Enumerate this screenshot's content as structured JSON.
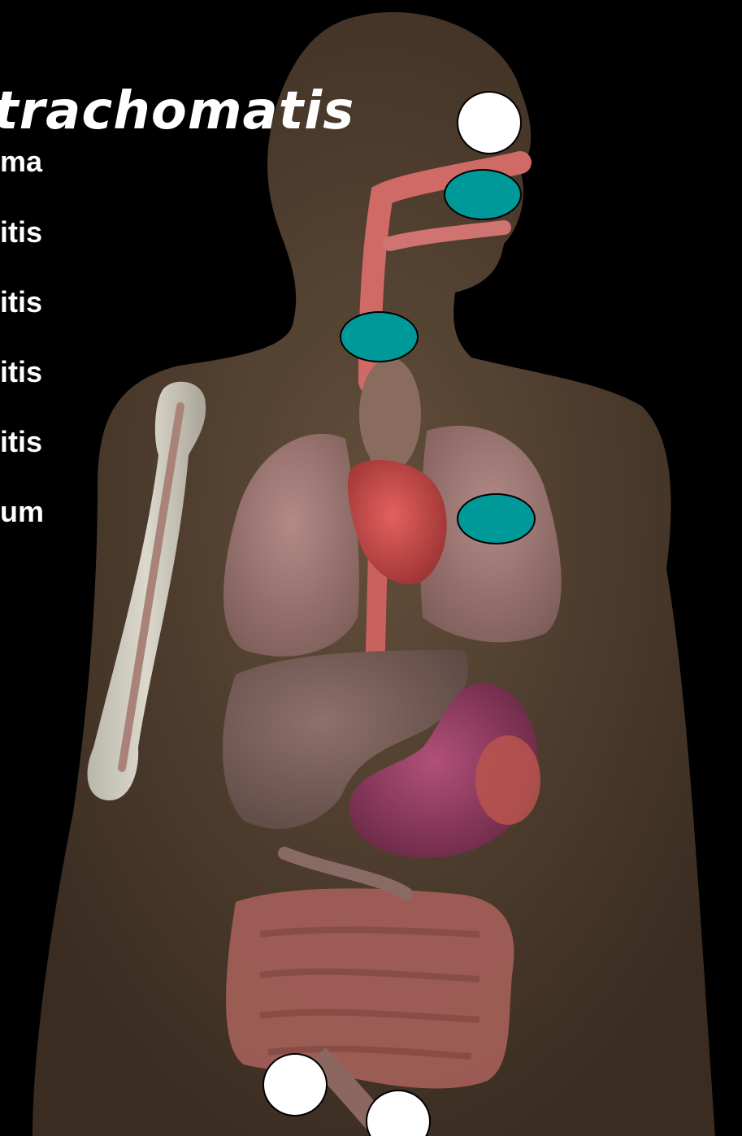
{
  "slide": {
    "title": "trachomatis",
    "items": [
      {
        "label": "ma"
      },
      {
        "label": "itis"
      },
      {
        "label": "itis"
      },
      {
        "label": "itis"
      },
      {
        "label": "itis"
      },
      {
        "label": "um"
      }
    ]
  },
  "colors": {
    "background": "#000000",
    "text": "#ffffff",
    "marker_white": "#ffffff",
    "marker_teal": "#009999",
    "body_silhouette": "#5a4634"
  },
  "markers": [
    {
      "name": "white-marker-eye",
      "color": "white"
    },
    {
      "name": "teal-marker-mouth",
      "color": "teal"
    },
    {
      "name": "teal-marker-throat",
      "color": "teal"
    },
    {
      "name": "teal-marker-lung",
      "color": "teal"
    },
    {
      "name": "white-marker-pelvis",
      "color": "white"
    },
    {
      "name": "white-marker-genital",
      "color": "white"
    }
  ]
}
